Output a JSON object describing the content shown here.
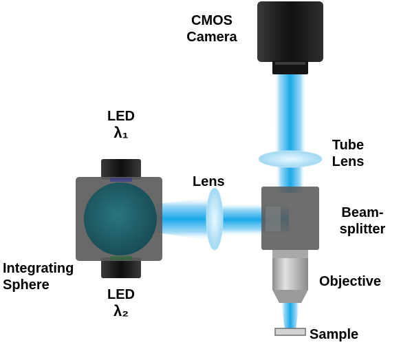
{
  "labels": {
    "camera_line1": "CMOS",
    "camera_line2": "Camera",
    "led1_line1": "LED",
    "led1_line2": "λ₁",
    "led2_line1": "LED",
    "led2_line2": "λ₂",
    "lens": "Lens",
    "tube_lens_line1": "Tube",
    "tube_lens_line2": "Lens",
    "beamsplitter_line1": "Beam-",
    "beamsplitter_line2": "splitter",
    "integrating_line1": "Integrating",
    "integrating_line2": "Sphere",
    "objective": "Objective",
    "sample": "Sample"
  },
  "colors": {
    "beam": "#1aa8e8",
    "beam_glow": "#bfe6fb",
    "lens": "#cdeefb",
    "housing_dark": "#1f1f1f",
    "sphere_box": "#5c5c5c",
    "sphere": "#1e5d66",
    "beamsplitter": "#5a5a5a",
    "objective": "#b9b9b9"
  }
}
